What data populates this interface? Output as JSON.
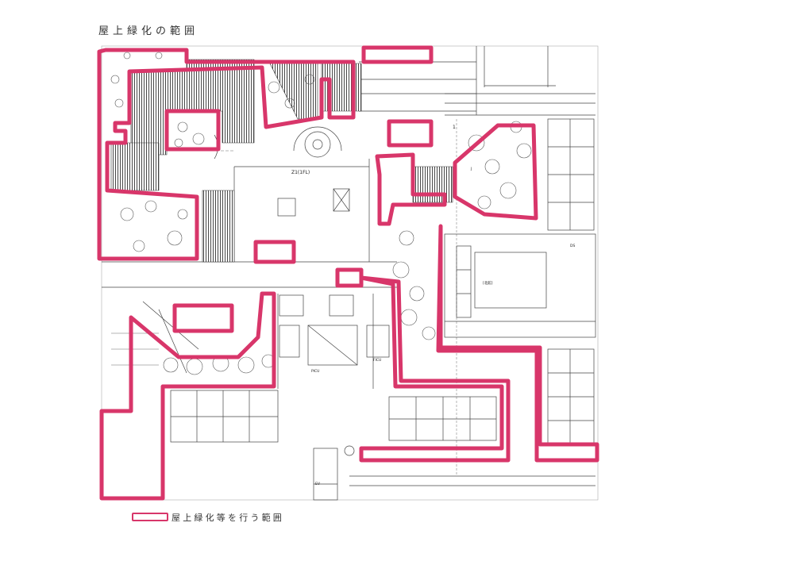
{
  "page": {
    "title": "屋上緑化の範囲",
    "legend_label": "屋上緑化等を行う範囲",
    "highlight_color": "#d8366a"
  },
  "plan_labels": {
    "level_zi": "Z1(1FL)",
    "room_pcu": "PICU",
    "room_ficu": "FICU",
    "room_ob": "[北館]",
    "room_ds": "DS",
    "room_ev": "EV",
    "mark_1": "1",
    "mark_j": "J"
  }
}
